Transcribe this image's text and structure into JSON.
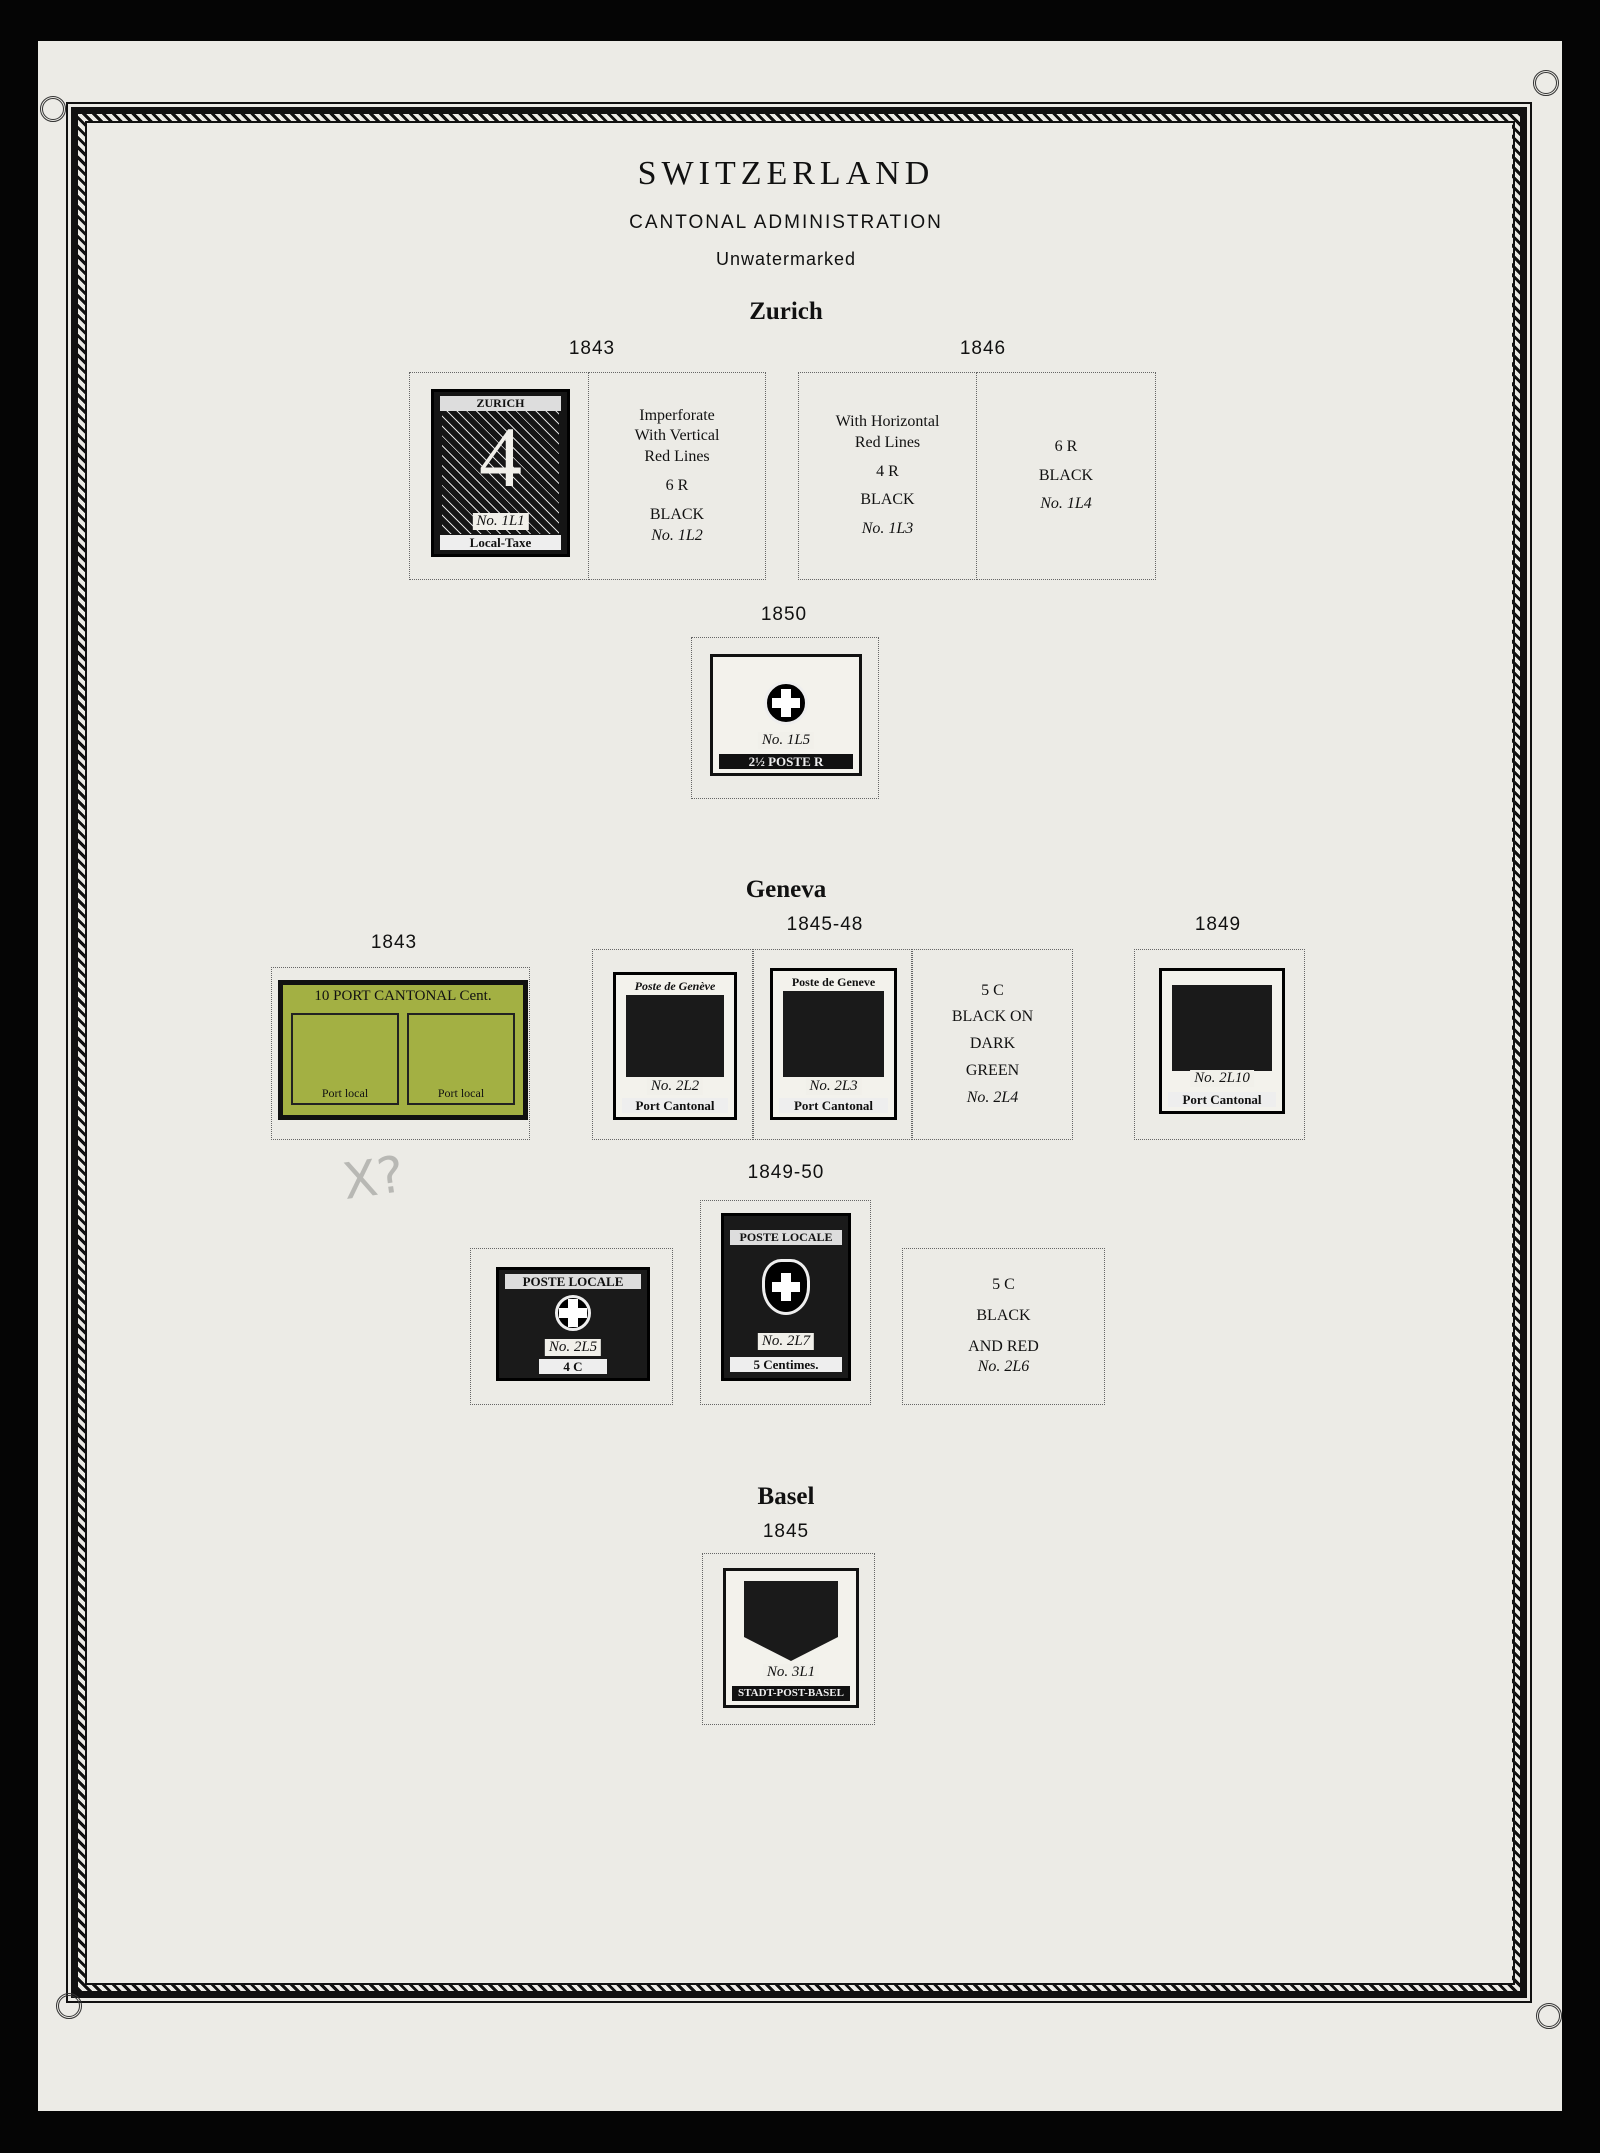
{
  "header": {
    "title": "SWITZERLAND",
    "subtitle": "CANTONAL ADMINISTRATION",
    "note": "Unwatermarked"
  },
  "zurich": {
    "name": "Zurich",
    "years": [
      "1843",
      "1846",
      "1850"
    ],
    "stamp_1l1": {
      "top": "ZURICH",
      "value": "4",
      "number": "No. 1L1",
      "bottom": "Local-Taxe"
    },
    "space_1l2": {
      "lines": [
        "Imperforate",
        "With Vertical",
        "Red Lines"
      ],
      "value": "6 R",
      "color": "BLACK",
      "number": "No. 1L2"
    },
    "space_1l3": {
      "lines": [
        "With Horizontal",
        "Red Lines"
      ],
      "value": "4 R",
      "color": "BLACK",
      "number": "No. 1L3"
    },
    "space_1l4": {
      "value": "6 R",
      "color": "BLACK",
      "number": "No. 1L4"
    },
    "stamp_1l5": {
      "number": "No. 1L5",
      "bottom": "2½ POSTE R"
    }
  },
  "geneva": {
    "name": "Geneva",
    "years": [
      "1843",
      "1845-48",
      "1849",
      "1849-50"
    ],
    "stamp_1843": {
      "header": "10 PORT CANTONAL Cent.",
      "left": "Port local",
      "right": "Port local"
    },
    "stamp_2l2": {
      "top": "Poste de Genève",
      "number": "No. 2L2",
      "bottom": "Port Cantonal"
    },
    "stamp_2l3": {
      "top": "Poste de Geneve",
      "number": "No. 2L3",
      "bottom": "Port Cantonal"
    },
    "space_2l4": {
      "value": "5 C",
      "color_lines": [
        "BLACK ON",
        "DARK",
        "GREEN"
      ],
      "number": "No. 2L4"
    },
    "stamp_2l10": {
      "number": "No. 2L10",
      "bottom": "Port Cantonal"
    },
    "stamp_2l5": {
      "top": "POSTE LOCALE",
      "number": "No. 2L5",
      "bottom": "4 C"
    },
    "stamp_2l7": {
      "top": "POSTE LOCALE",
      "number": "No. 2L7",
      "bottom": "5 Centimes."
    },
    "space_2l6": {
      "value": "5 C",
      "color_lines": [
        "BLACK",
        "AND RED"
      ],
      "number": "No. 2L6"
    }
  },
  "basel": {
    "name": "Basel",
    "year": "1845",
    "stamp_3l1": {
      "number": "No. 3L1",
      "bottom": "STADT-POST-BASEL"
    }
  },
  "annotation": "X?"
}
